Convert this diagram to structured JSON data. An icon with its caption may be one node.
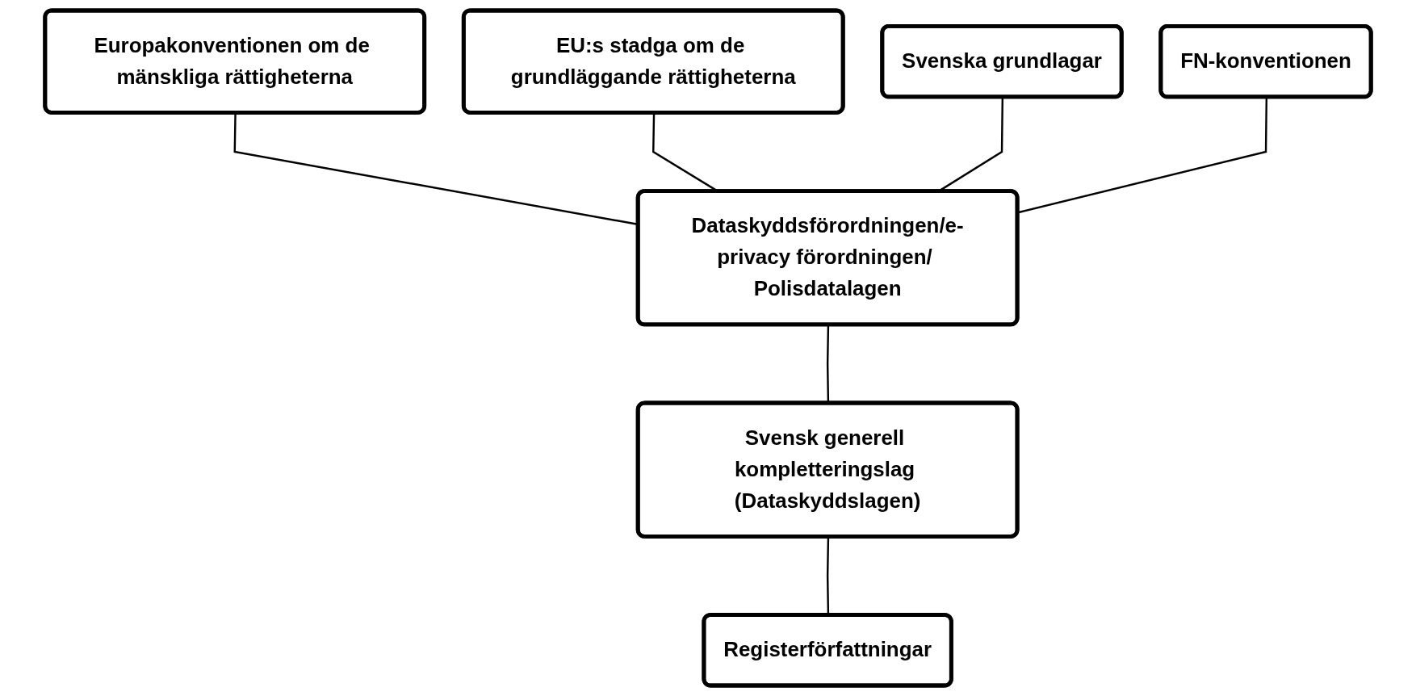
{
  "diagram": {
    "nodes": [
      {
        "text": [
          "Europakonventionen om de mänskliga rättigheterna"
        ]
      },
      {
        "text": [
          "EU:s stadga om de grundläggande rättigheterna"
        ]
      },
      {
        "text": [
          "Svenska grundlagar"
        ]
      },
      {
        "text": [
          "FN-konventionen"
        ]
      },
      {
        "text": [
          "Dataskyddsförordningen/e-privacy förordningen/ Polisdatalagen"
        ]
      },
      {
        "text": [
          "Svensk generell kompletteringslag (Dataskyddslagen)"
        ]
      },
      {
        "text": [
          "Registerförfattningar"
        ]
      }
    ],
    "edges": [
      {
        "from": 0,
        "to": 4,
        "arrow": "none"
      },
      {
        "from": 1,
        "to": 4,
        "arrow": "none"
      },
      {
        "from": 2,
        "to": 4,
        "arrow": "none"
      },
      {
        "from": 3,
        "to": 4,
        "arrow": "none"
      },
      {
        "from": 4,
        "to": 5,
        "arrow": "none"
      },
      {
        "from": 5,
        "to": 6,
        "arrow": "none"
      }
    ]
  }
}
